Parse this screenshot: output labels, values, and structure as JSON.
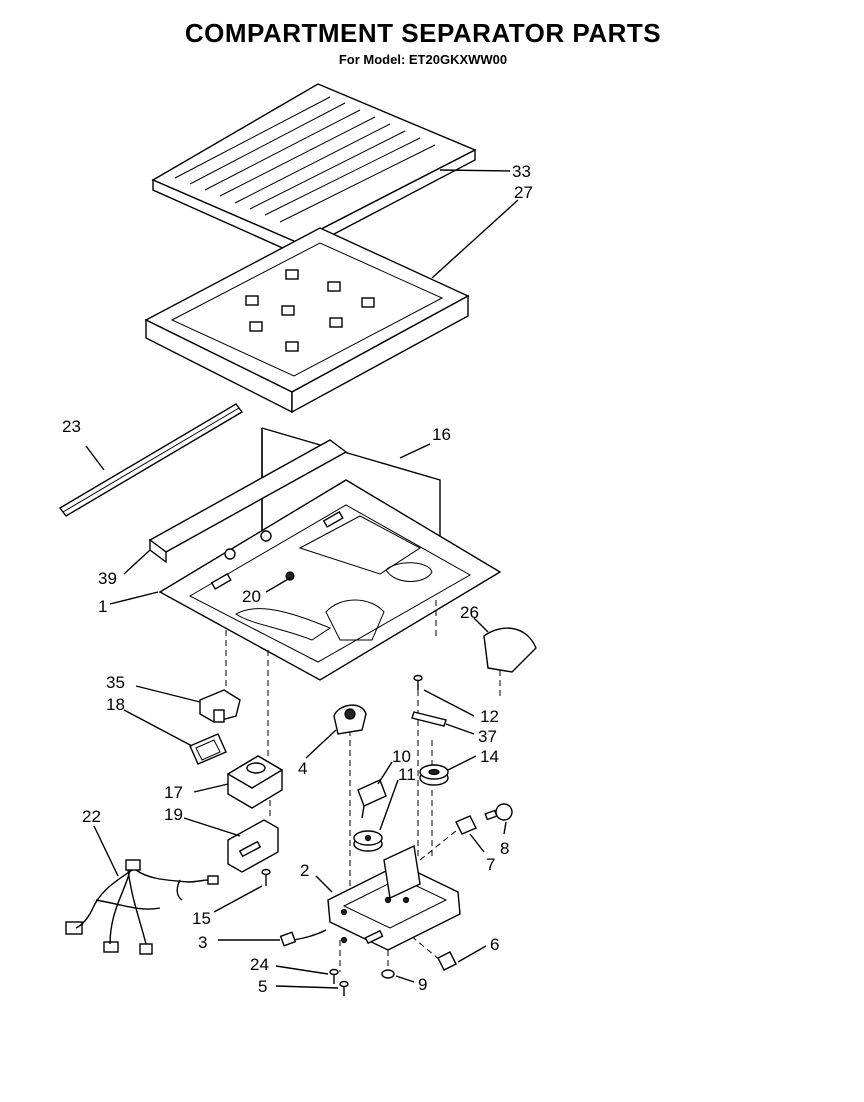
{
  "header": {
    "title": "COMPARTMENT SEPARATOR PARTS",
    "subtitle": "For Model: ET20GKXWW00"
  },
  "callouts": [
    {
      "id": "c33",
      "text": "33"
    },
    {
      "id": "c27",
      "text": "27"
    },
    {
      "id": "c23",
      "text": "23"
    },
    {
      "id": "c16",
      "text": "16"
    },
    {
      "id": "c39",
      "text": "39"
    },
    {
      "id": "c20",
      "text": "20"
    },
    {
      "id": "c1",
      "text": "1"
    },
    {
      "id": "c26",
      "text": "26"
    },
    {
      "id": "c35",
      "text": "35"
    },
    {
      "id": "c18",
      "text": "18"
    },
    {
      "id": "c12",
      "text": "12"
    },
    {
      "id": "c37",
      "text": "37"
    },
    {
      "id": "c4",
      "text": "4"
    },
    {
      "id": "c10",
      "text": "10"
    },
    {
      "id": "c14",
      "text": "14"
    },
    {
      "id": "c11",
      "text": "11"
    },
    {
      "id": "c17",
      "text": "17"
    },
    {
      "id": "c19",
      "text": "19"
    },
    {
      "id": "c22",
      "text": "22"
    },
    {
      "id": "c7",
      "text": "7"
    },
    {
      "id": "c8",
      "text": "8"
    },
    {
      "id": "c2",
      "text": "2"
    },
    {
      "id": "c15",
      "text": "15"
    },
    {
      "id": "c3",
      "text": "3"
    },
    {
      "id": "c6",
      "text": "6"
    },
    {
      "id": "c24",
      "text": "24"
    },
    {
      "id": "c5",
      "text": "5"
    },
    {
      "id": "c9",
      "text": "9"
    }
  ]
}
